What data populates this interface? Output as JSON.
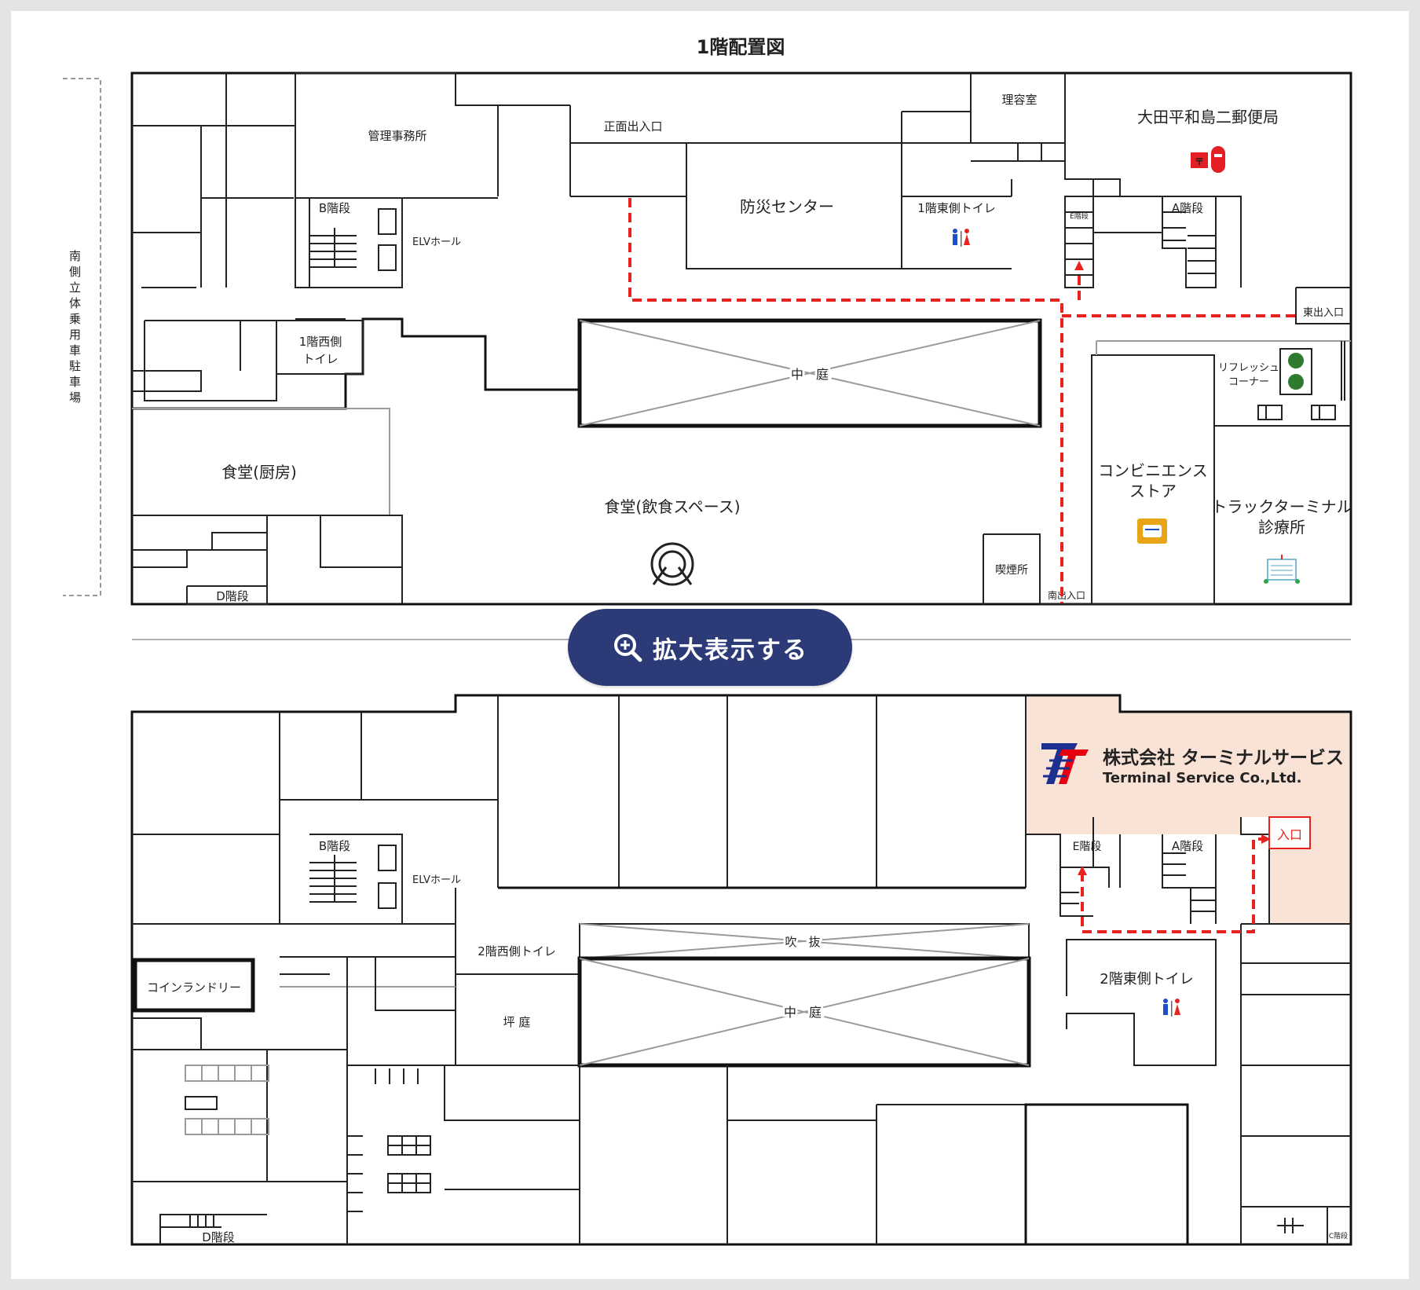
{
  "map": {
    "title": "1階配置図",
    "colors": {
      "route": "#e8231f",
      "button": "#2d3a78",
      "tenant_highlight": "#f9e3d6",
      "post_office": "#e41e25",
      "company_logo": "#e60012",
      "company_logo_blue": "#1d2f8f",
      "toilet_male": "#1e4fc8",
      "toilet_female": "#e8231f"
    },
    "side_label": "南側立体乗用車駐車場",
    "floor1": {
      "rooms": {
        "admin_office": "管理事務所",
        "front_entrance": "正面出入口",
        "disaster_center": "防災センター",
        "barber": "理容室",
        "post_office": "大田平和島二郵便局",
        "b_stairs": "B階段",
        "elv_hall": "ELVホール",
        "east_toilet": "1階東側トイレ",
        "e_stairs_small": "E階段",
        "a_stairs": "A階段",
        "east_entrance": "東出入口",
        "west_toilet_line1": "1階西側",
        "west_toilet_line2": "トイレ",
        "courtyard": "中　庭",
        "refresh_line1": "リフレッシュ",
        "refresh_line2": "コーナー",
        "cafeteria_kitchen": "食堂(厨房)",
        "cafeteria_dining": "食堂(飲食スペース)",
        "convenience_line1": "コンビニエンス",
        "convenience_line2": "ストア",
        "clinic_line1": "トラックターミナル",
        "clinic_line2": "診療所",
        "smoking": "喫煙所",
        "south_entrance": "南出入口",
        "d_stairs": "D階段"
      },
      "icons": [
        "post-office-icon",
        "toilet-icon",
        "restaurant-icon",
        "convenience-store-icon",
        "clinic-icon",
        "tree-icon",
        "bench-icon"
      ]
    },
    "floor2": {
      "rooms": {
        "b_stairs": "B階段",
        "elv_hall": "ELVホール",
        "e_stairs": "E階段",
        "a_stairs": "A階段",
        "entrance": "入口",
        "west_toilet": "2階西側トイレ",
        "atrium": "吹　抜",
        "courtyard": "中　庭",
        "small_garden": "坪 庭",
        "east_toilet": "2階東側トイレ",
        "laundry": "コインランドリー",
        "d_stairs": "D階段",
        "c_stairs": "C階段"
      },
      "company": {
        "name_ja": "株式会社 ターミナルサービス",
        "name_en": "Terminal Service Co.,Ltd."
      },
      "icons": [
        "toilet-icon",
        "company-logo-icon"
      ]
    }
  },
  "zoom_button": {
    "label": "拡大表示する",
    "icon": "zoom-in-icon"
  }
}
